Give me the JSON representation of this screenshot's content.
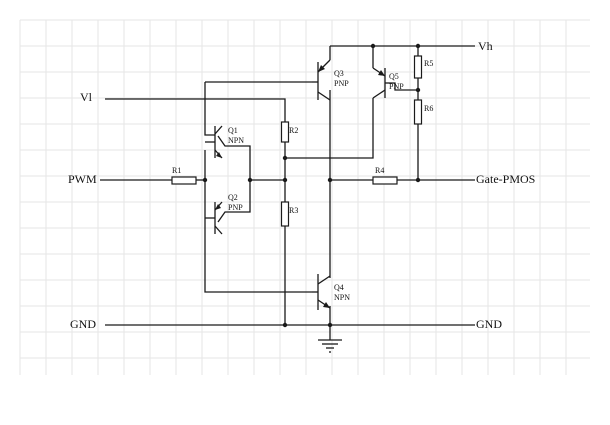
{
  "nets": {
    "vh": "Vh",
    "vl": "Vl",
    "pwm": "PWM",
    "gate": "Gate-PMOS",
    "gnd_left": "GND",
    "gnd_right": "GND"
  },
  "components": {
    "r1": "R1",
    "r2": "R2",
    "r3": "R3",
    "r4": "R4",
    "r5": "R5",
    "r6": "R6",
    "q1": {
      "ref": "Q1",
      "type": "NPN"
    },
    "q2": {
      "ref": "Q2",
      "type": "PNP"
    },
    "q3": {
      "ref": "Q3",
      "type": "PNP"
    },
    "q4": {
      "ref": "Q4",
      "type": "NPN"
    },
    "q5": {
      "ref": "Q5",
      "type": "PNP"
    }
  },
  "colors": {
    "ink": "#1a1a1a",
    "grid": "#e6e6e6",
    "background": "#ffffff"
  }
}
